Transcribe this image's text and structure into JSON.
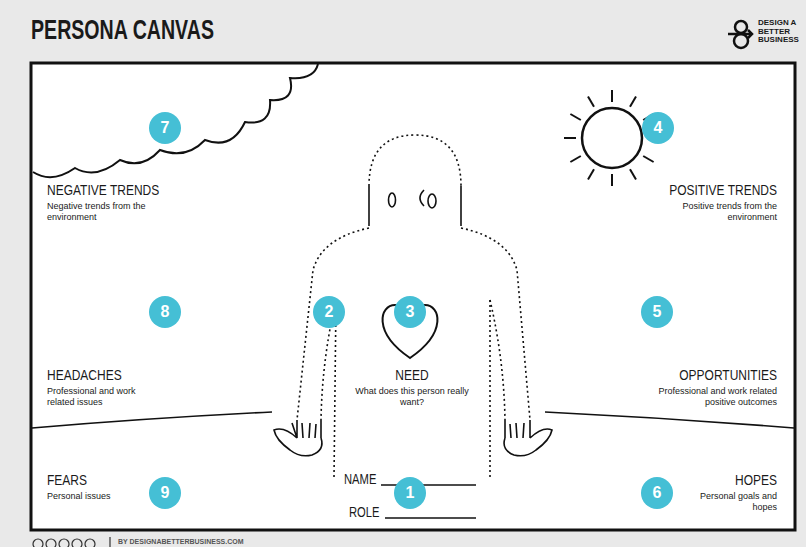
{
  "diagram": {
    "title": "PERSONA CANVAS",
    "nodes": [
      {
        "text": [
          "7"
        ]
      },
      {
        "text": [
          "4"
        ]
      },
      {
        "text": [
          "8"
        ]
      },
      {
        "text": [
          "2"
        ]
      },
      {
        "text": [
          "3"
        ]
      },
      {
        "text": [
          "5"
        ]
      },
      {
        "text": [
          "9"
        ]
      },
      {
        "text": [
          "1"
        ]
      },
      {
        "text": [
          "6"
        ]
      }
    ],
    "labels": [
      "DESIGN A BETTER BUSINESS",
      "NEGATIVE TRENDS",
      "Negative trends from the environment",
      "POSITIVE TRENDS",
      "Positive trends from the environment",
      "HEADACHES",
      "Professional and work related issues",
      "NEED",
      "What does this person really want?",
      "OPPORTUNITIES",
      "Professional and work related positive outcomes",
      "NAME",
      "FEARS",
      "Personal issues",
      "HOPES",
      "Personal goals and hopes",
      "ROLE",
      "BY DESIGNABETTERBUSINESS.COM"
    ]
  }
}
